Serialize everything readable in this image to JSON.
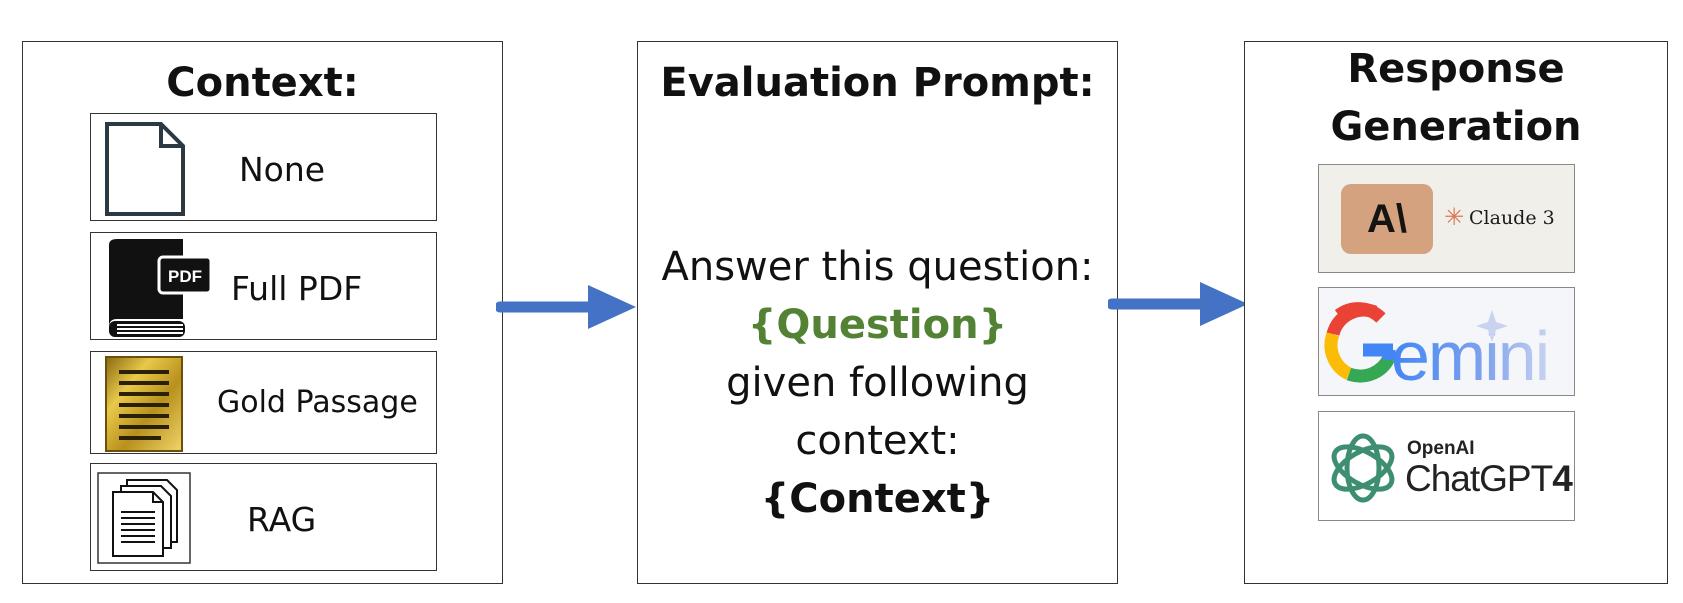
{
  "context_panel": {
    "title": "Context:",
    "items": [
      {
        "label": "None",
        "icon": "blank-document-icon"
      },
      {
        "label": "Full PDF",
        "icon": "pdf-book-icon"
      },
      {
        "label": "Gold Passage",
        "icon": "gold-passage-icon"
      },
      {
        "label": "RAG",
        "icon": "multiple-documents-icon"
      }
    ]
  },
  "prompt_panel": {
    "title": "Evaluation Prompt:",
    "line1": "Answer this question:",
    "question_placeholder": "{Question}",
    "line3": "given following",
    "line4": "context:",
    "context_placeholder": "{Context}"
  },
  "response_panel": {
    "title_line1": "Response",
    "title_line2": "Generation",
    "models": [
      {
        "name": "Claude 3",
        "mark": "A\\",
        "icon": "anthropic-logo-icon"
      },
      {
        "name": "Gemini",
        "icon": "gemini-logo-icon"
      },
      {
        "vendor": "OpenAI",
        "name": "ChatGPT",
        "version": "4.0",
        "icon": "openai-logo-icon"
      }
    ]
  },
  "pdf_badge": "PDF",
  "colors": {
    "arrow": "#4472C4",
    "question": "#548235",
    "gold": "#C9A227",
    "claude_bg": "#D4A27F",
    "openai_green": "#3E8E72",
    "logo_bg": "#F0EFEA"
  }
}
